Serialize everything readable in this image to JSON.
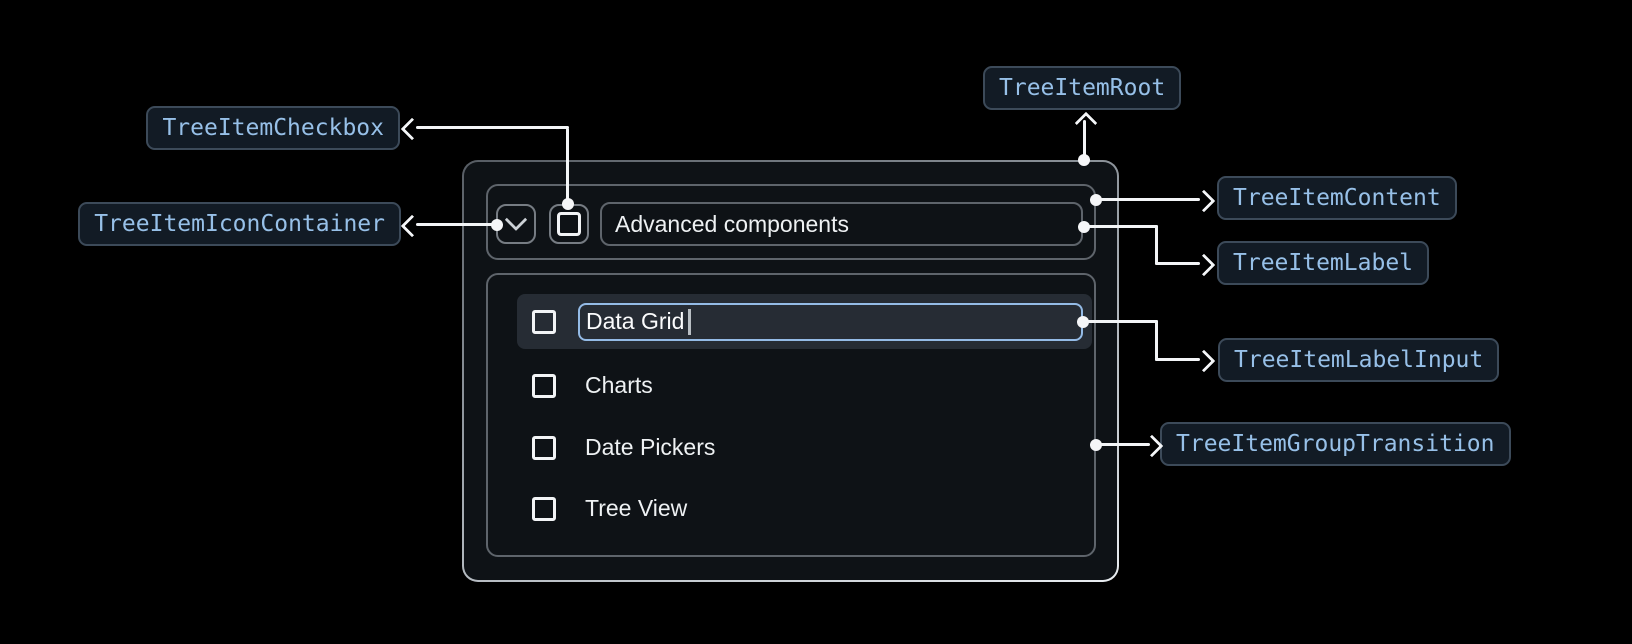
{
  "badges": {
    "root": "TreeItemRoot",
    "checkbox": "TreeItemCheckbox",
    "icon_container": "TreeItemIconContainer",
    "content": "TreeItemContent",
    "label": "TreeItemLabel",
    "label_input": "TreeItemLabelInput",
    "group_transition": "TreeItemGroupTransition"
  },
  "tree": {
    "parent": {
      "label": "Advanced components",
      "expanded": true,
      "checked": false
    },
    "children": [
      {
        "label": "Data Grid",
        "editing": true,
        "input_value": "Data Grid",
        "checked": false
      },
      {
        "label": "Charts",
        "checked": false
      },
      {
        "label": "Date Pickers",
        "checked": false
      },
      {
        "label": "Tree View",
        "checked": false
      }
    ]
  },
  "icons": {
    "expand": "chevron-down-icon",
    "checkbox": "checkbox-blank-outline-icon"
  },
  "colors": {
    "page_background": "#000000",
    "badge_text": "#97c0e8",
    "badge_border": "#3c4a59",
    "badge_background": "#121b25",
    "panel_border": "#5e646b",
    "root_background": "#0e1216",
    "row_highlight": "#262c34",
    "input_focus_border": "#94bbe6",
    "connector": "#f3f5f7",
    "text_primary": "#eef1f3"
  }
}
